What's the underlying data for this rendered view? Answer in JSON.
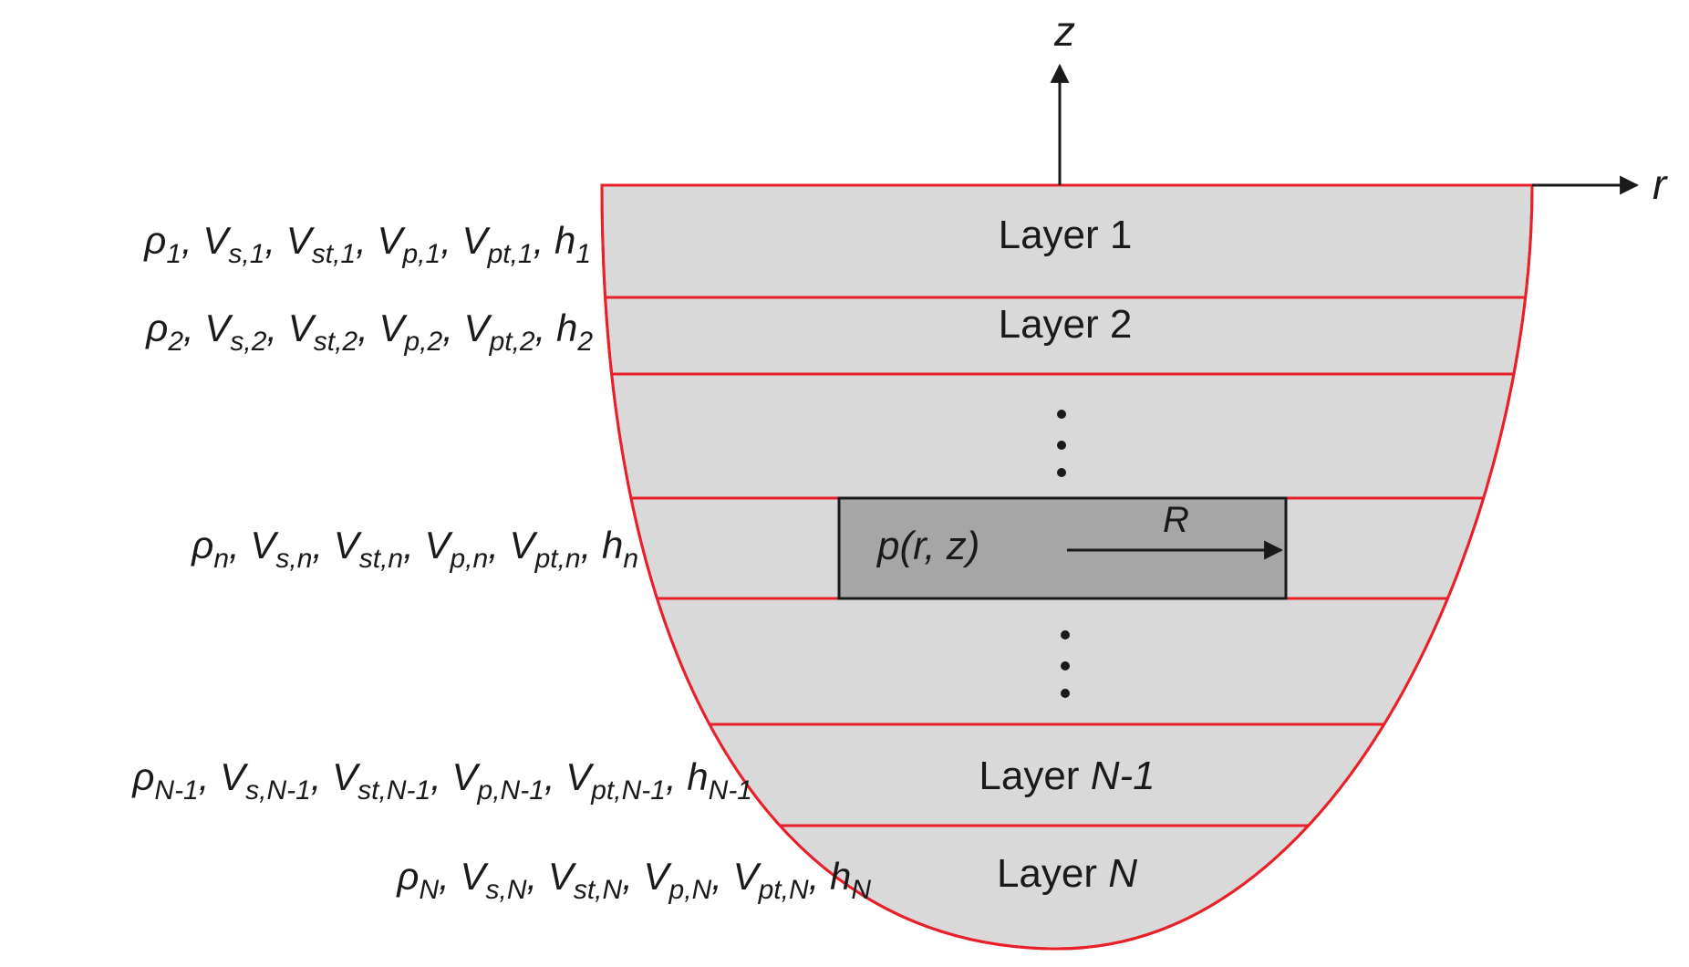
{
  "axes": {
    "z_label": "z",
    "r_label": "r"
  },
  "layers": [
    {
      "name": "Layer 1",
      "name_italic": ""
    },
    {
      "name": "Layer 2",
      "name_italic": ""
    },
    {
      "name": "Layer ",
      "name_italic": "N-1"
    },
    {
      "name": "Layer ",
      "name_italic": "N"
    }
  ],
  "source": {
    "label": "p(r, z)",
    "radius_label": "R"
  },
  "parameters": [
    {
      "rho": "ρ",
      "idx": "1",
      "s": "s,1",
      "st": "st,1",
      "p": "p,1",
      "pt": "pt,1",
      "h": "1"
    },
    {
      "rho": "ρ",
      "idx": "2",
      "s": "s,2",
      "st": "st,2",
      "p": "p,2",
      "pt": "pt,2",
      "h": "2"
    },
    {
      "rho": "ρ",
      "idx": "n",
      "s": "s,n",
      "st": "st,n",
      "p": "p,n",
      "pt": "pt,n",
      "h": "n"
    },
    {
      "rho": "ρ",
      "idx": "N-1",
      "s": "s,N-1",
      "st": "st,N-1",
      "p": "p,N-1",
      "pt": "pt,N-1",
      "h": "N-1"
    },
    {
      "rho": "ρ",
      "idx": "N",
      "s": "s,N",
      "st": "st,N",
      "p": "p,N",
      "pt": "pt,N",
      "h": "N"
    }
  ],
  "colors": {
    "layer_fill": "#d9d9d9",
    "boundary": "#e8202a",
    "source_fill": "#a6a6a6",
    "ink": "#1a1a1a"
  }
}
